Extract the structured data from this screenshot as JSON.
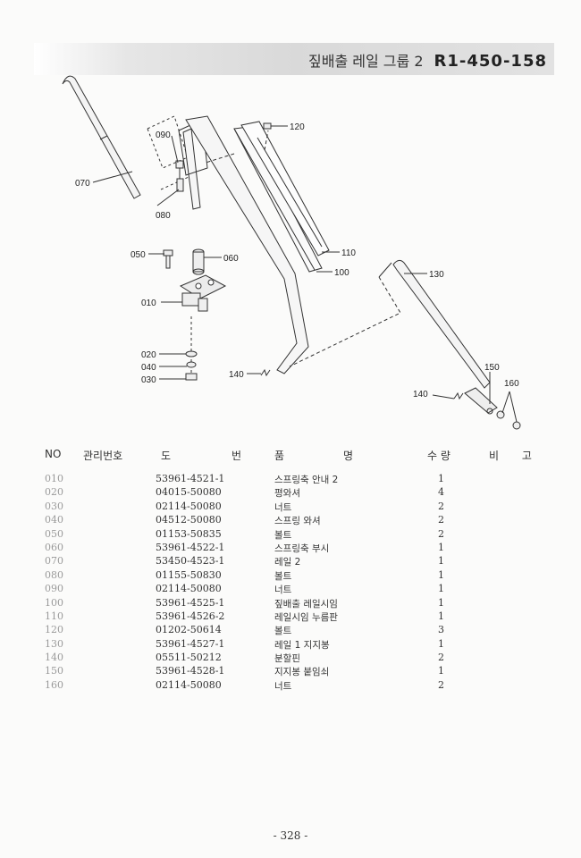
{
  "header": {
    "title_ko": "짚배출 레일 그룹 2",
    "title_code": "R1-450-158"
  },
  "diagram": {
    "callouts": {
      "c120": "120",
      "c090": "090",
      "c070": "070",
      "c080": "080",
      "c110": "110",
      "c100": "100",
      "c130": "130",
      "c050": "050",
      "c060": "060",
      "c010": "010",
      "c020": "020",
      "c040": "040",
      "c030": "030",
      "c140a": "140",
      "c150": "150",
      "c160": "160",
      "c140b": "140"
    }
  },
  "table": {
    "headers": {
      "no": "NO",
      "mgmt": "관리번호",
      "dwg1": "도",
      "dwg2": "번",
      "name1": "품",
      "name2": "명",
      "qty": "수 량",
      "remark": "비 고"
    },
    "rows": [
      {
        "no": "010",
        "dwg": "53961-4521-1",
        "name": "스프링축 안내 2",
        "qty": "1"
      },
      {
        "no": "020",
        "dwg": "04015-50080",
        "name": "평와셔",
        "qty": "4"
      },
      {
        "no": "030",
        "dwg": "02114-50080",
        "name": "너트",
        "qty": "2"
      },
      {
        "no": "040",
        "dwg": "04512-50080",
        "name": "스프링 와셔",
        "qty": "2"
      },
      {
        "no": "050",
        "dwg": "01153-50835",
        "name": "볼트",
        "qty": "2"
      },
      {
        "no": "060",
        "dwg": "53961-4522-1",
        "name": "스프링축 부시",
        "qty": "1"
      },
      {
        "no": "070",
        "dwg": "53450-4523-1",
        "name": "레일 2",
        "qty": "1"
      },
      {
        "no": "080",
        "dwg": "01155-50830",
        "name": "볼트",
        "qty": "1"
      },
      {
        "no": "090",
        "dwg": "02114-50080",
        "name": "너트",
        "qty": "1"
      },
      {
        "no": "100",
        "dwg": "53961-4525-1",
        "name": "짚배출 레일시임",
        "qty": "1"
      },
      {
        "no": "110",
        "dwg": "53961-4526-2",
        "name": "레일시임 누름판",
        "qty": "1"
      },
      {
        "no": "120",
        "dwg": "01202-50614",
        "name": "볼트",
        "qty": "3"
      },
      {
        "no": "130",
        "dwg": "53961-4527-1",
        "name": "레일 1 지지봉",
        "qty": "1"
      },
      {
        "no": "140",
        "dwg": "05511-50212",
        "name": "분할핀",
        "qty": "2"
      },
      {
        "no": "150",
        "dwg": "53961-4528-1",
        "name": "지지봉 붙임쇠",
        "qty": "1"
      },
      {
        "no": "160",
        "dwg": "02114-50080",
        "name": "너트",
        "qty": "2"
      }
    ]
  },
  "footer": {
    "page": "- 328 -"
  }
}
